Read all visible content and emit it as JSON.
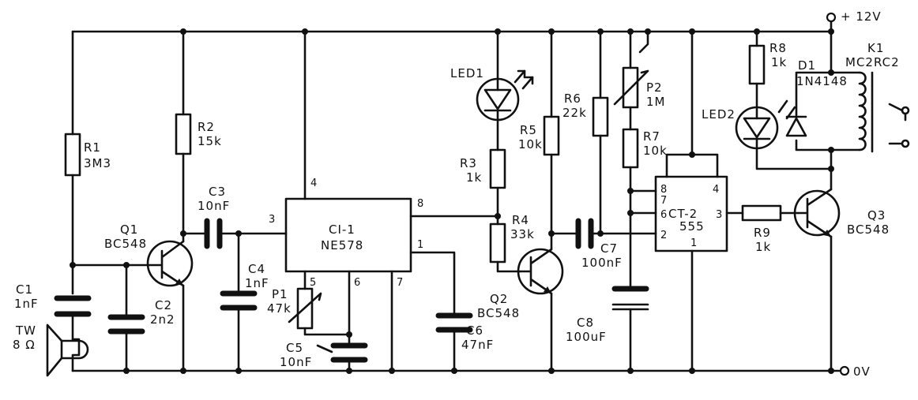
{
  "supply": {
    "plus": "+ 12V",
    "ground": "0V"
  },
  "relay": {
    "ref": "K1",
    "part": "MC2RC2"
  },
  "diode": {
    "ref": "D1",
    "part": "1N4148"
  },
  "ic1": {
    "ref": "CI-1",
    "part": "NE578",
    "pins": [
      "4",
      "8",
      "3",
      "1",
      "5",
      "6",
      "7"
    ]
  },
  "ic2": {
    "ref": "CT-2",
    "part": "555",
    "pins": [
      "8",
      "4",
      "7",
      "6",
      "2",
      "3",
      "1"
    ]
  },
  "transistors": [
    {
      "ref": "Q1",
      "part": "BC548"
    },
    {
      "ref": "Q2",
      "part": "BC548"
    },
    {
      "ref": "Q3",
      "part": "BC548"
    }
  ],
  "resistors": [
    {
      "ref": "R1",
      "value": "3M3"
    },
    {
      "ref": "R2",
      "value": "15k"
    },
    {
      "ref": "R3",
      "value": "1k"
    },
    {
      "ref": "R4",
      "value": "33k"
    },
    {
      "ref": "R5",
      "value": "10k"
    },
    {
      "ref": "R6",
      "value": "22k"
    },
    {
      "ref": "R7",
      "value": "10k"
    },
    {
      "ref": "R8",
      "value": "1k"
    },
    {
      "ref": "R9",
      "value": "1k"
    }
  ],
  "pots": [
    {
      "ref": "P1",
      "value": "47k"
    },
    {
      "ref": "P2",
      "value": "1M"
    }
  ],
  "capacitors": [
    {
      "ref": "C1",
      "value": "1nF"
    },
    {
      "ref": "C2",
      "value": "2n2"
    },
    {
      "ref": "C3",
      "value": "10nF"
    },
    {
      "ref": "C4",
      "value": "1nF"
    },
    {
      "ref": "C5",
      "value": "10nF"
    },
    {
      "ref": "C6",
      "value": "47nF"
    },
    {
      "ref": "C7",
      "value": "100nF"
    },
    {
      "ref": "C8",
      "value": "100uF"
    }
  ],
  "leds": [
    {
      "ref": "LED1"
    },
    {
      "ref": "LED2"
    }
  ],
  "transducer": {
    "ref": "TW",
    "value": "8 Ω"
  }
}
